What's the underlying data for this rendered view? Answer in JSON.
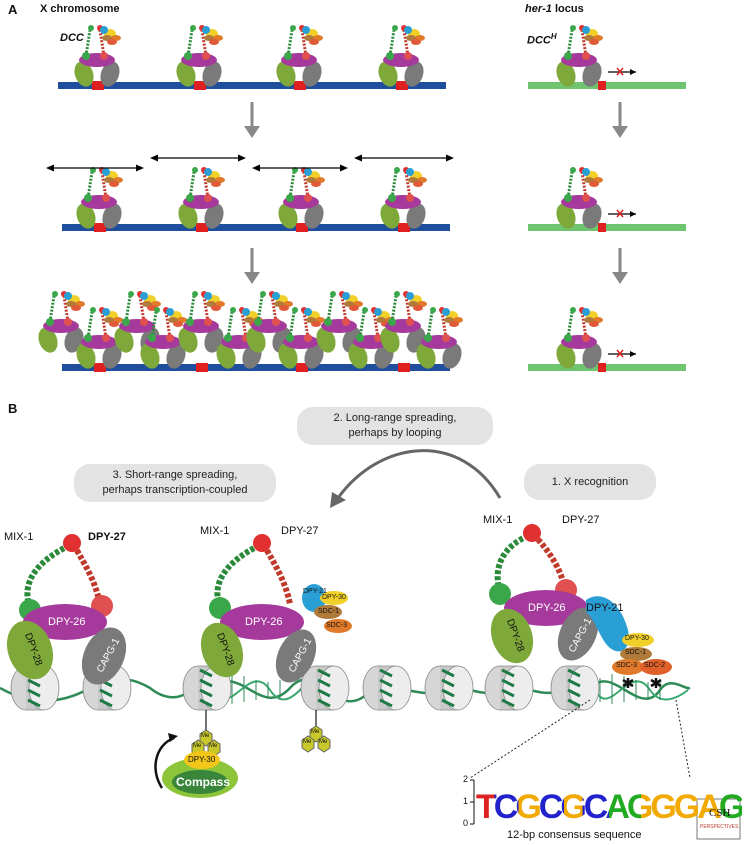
{
  "panelA": {
    "label": "A",
    "x_header": "X chromosome",
    "her_header_italic": "her-1",
    "her_header_rest": " locus",
    "dcc": "DCC",
    "dcch": "DCC",
    "dcch_sup": "H"
  },
  "panelB": {
    "label": "B",
    "step1": "1.  X recognition",
    "step2_line1": "2. Long-range spreading,",
    "step2_line2": "perhaps by looping",
    "step3_line1": "3.  Short-range spreading,",
    "step3_line2": "perhaps transcription-coupled",
    "complex1": {
      "mix1": "MIX-1",
      "dpy27": "DPY-27",
      "dpy26": "DPY-26",
      "dpy28": "DPY-28",
      "capg1": "CAPG-1"
    },
    "complex2": {
      "mix1": "MIX-1",
      "dpy27": "DPY-27",
      "dpy26": "DPY-26",
      "dpy28": "DPY-28",
      "capg1": "CAPG-1",
      "dpy21": "DPY-21",
      "dpy30": "DPY-30",
      "sdc1": "SDC-1",
      "sdc3": "SDC-3"
    },
    "complex3": {
      "mix1": "MIX-1",
      "dpy27": "DPY-27",
      "dpy26": "DPY-26",
      "dpy28": "DPY-28",
      "capg1": "CAPG-1",
      "dpy21": "DPY-21",
      "dpy30": "DPY-30",
      "sdc1": "SDC-1",
      "sdc3": "SDC-3",
      "sdc2": "SDC-2"
    },
    "me": "Me",
    "compass_dpy30": "DPY-30",
    "compass": "Compass",
    "logo": {
      "y_ticks": [
        "2",
        "1",
        "0"
      ],
      "letters": "TCGCGCAGGGAG",
      "caption": "12-bp consensus sequence"
    },
    "csh_line1": "CSH",
    "csh_line2": "PERSPECTIVES"
  },
  "colors": {
    "x_chromosome": "#1f4e9c",
    "her_locus": "#6fc46f",
    "dpy26": "#a63a9c",
    "dpy28": "#7fa83a",
    "capg1": "#7a7a7a",
    "mix1_arm": "#2a8a3a",
    "dpy27_arm": "#c0392b",
    "dpy21": "#2a9fd6",
    "dpy30": "#f2c71a",
    "sdc1": "#b07a3a",
    "sdc3": "#e07a2a",
    "sdc2": "#e0602a",
    "dna": "#2e8b57",
    "nucleosome": "#cfcfcf",
    "site": "#e02020"
  }
}
